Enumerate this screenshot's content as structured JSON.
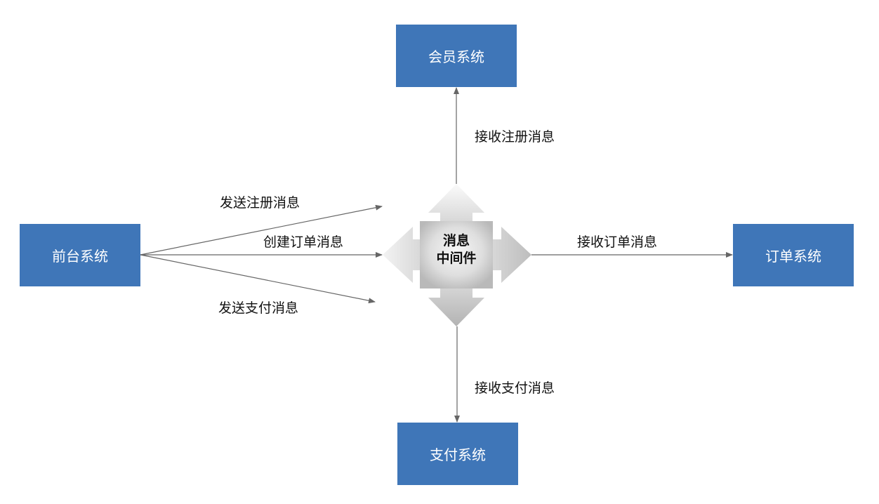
{
  "hub": {
    "line1": "消息",
    "line2": "中间件"
  },
  "nodes": {
    "member": "会员系统",
    "frontend": "前台系统",
    "order": "订单系统",
    "payment": "支付系统"
  },
  "edges": {
    "send_register": "发送注册消息",
    "create_order": "创建订单消息",
    "send_payment": "发送支付消息",
    "receive_register": "接收注册消息",
    "receive_order": "接收订单消息",
    "receive_payment": "接收支付消息"
  },
  "colors": {
    "node_fill": "#3f76b8",
    "node_text": "#ffffff",
    "edge": "#666666",
    "hub_light": "#f2f2f2",
    "hub_dark": "#b9b9b9"
  }
}
